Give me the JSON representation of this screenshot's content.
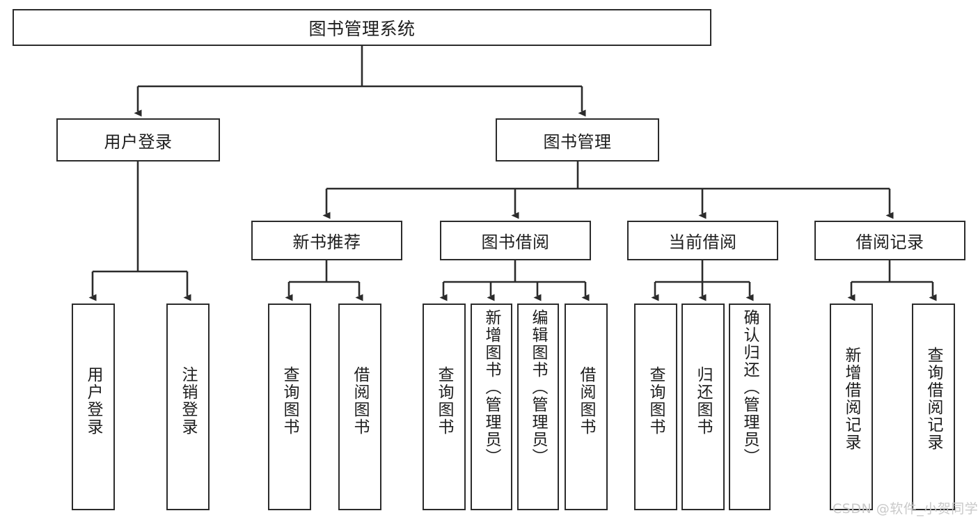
{
  "diagram": {
    "title": "图书管理系统",
    "root": {
      "label": "图书管理系统"
    },
    "level2": [
      {
        "label": "用户登录"
      },
      {
        "label": "图书管理"
      }
    ],
    "level3": [
      {
        "label": "新书推荐"
      },
      {
        "label": "图书借阅"
      },
      {
        "label": "当前借阅"
      },
      {
        "label": "借阅记录"
      }
    ],
    "leaves": [
      {
        "label": "用户登录"
      },
      {
        "label": "注销登录"
      },
      {
        "label": "查询图书"
      },
      {
        "label": "借阅图书"
      },
      {
        "label": "查询图书"
      },
      {
        "label": "新增图书（管理员）"
      },
      {
        "label": "编辑图书（管理员）"
      },
      {
        "label": "借阅图书"
      },
      {
        "label": "查询图书"
      },
      {
        "label": "归还图书"
      },
      {
        "label": "确认归还（管理员）"
      },
      {
        "label": "新增借阅记录"
      },
      {
        "label": "查询借阅记录"
      }
    ]
  },
  "watermark": {
    "text": "CSDN @软件_小贺同学"
  },
  "colors": {
    "stroke": "#2b2b2b",
    "background": "#ffffff",
    "text": "#1d1d1d",
    "watermark": "#c9c9c9"
  }
}
